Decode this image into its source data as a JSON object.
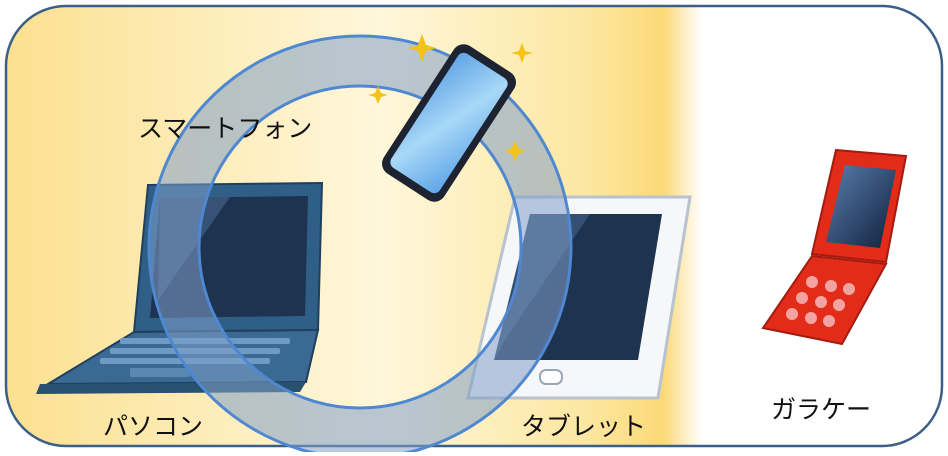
{
  "labels": {
    "smartphone": "スマートフォン",
    "pc": "パソコン",
    "tablet": "タブレット",
    "feature_phone": "ガラケー"
  },
  "colors": {
    "background_warm": "#fde9a7",
    "frame_border": "#3b5f87",
    "ring_fill": "#7f9fc8",
    "ring_stroke": "#4f88d0",
    "laptop_body": "#2f5f86",
    "screen_dark": "#1d3350",
    "feature_phone_red": "#e32b19",
    "sparkle": "#f3c31a"
  }
}
